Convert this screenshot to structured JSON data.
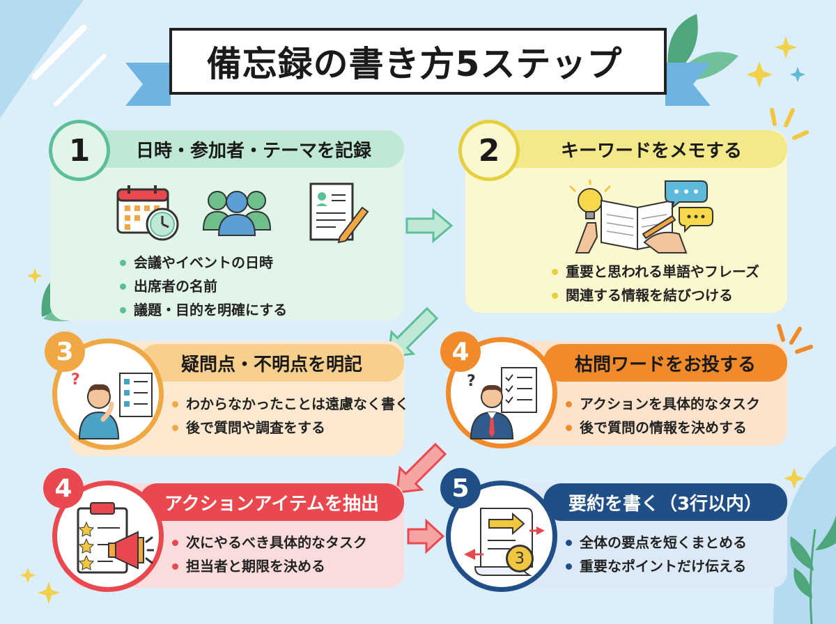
{
  "title": "備忘録の書き方5ステップ",
  "colors": {
    "step1": "#5cbf98",
    "step2": "#e6cf3c",
    "step3": "#f0a845",
    "step4a": "#f08a2a",
    "step4b": "#e8484e",
    "step5": "#1f4f86"
  },
  "steps": [
    {
      "number": "1",
      "title": "日時・参加者・テーマを記録",
      "bullets": [
        "会議やイベントの日時",
        "出席者の名前",
        "議題・目的を明確にする"
      ],
      "icons": [
        "calendar-clock-icon",
        "people-group-icon",
        "document-pen-icon"
      ]
    },
    {
      "number": "2",
      "title": "キーワードをメモする",
      "bullets": [
        "重要と思われる単語やフレーズ",
        "関連する情報を結びつける"
      ],
      "icons": [
        "lightbulb-notebook-icon"
      ]
    },
    {
      "number": "3",
      "title": "疑問点・不明点を明記",
      "bullets": [
        "わからなかったことは遠慮なく書く",
        "後で質問や調査をする"
      ],
      "icons": [
        "thinking-person-checklist-icon"
      ]
    },
    {
      "number": "4",
      "title": "枯問ワードをお投する",
      "bullets": [
        "アクションを具体的なタスク",
        "後で質問の情報を決めする"
      ],
      "icons": [
        "businessman-checklist-icon"
      ]
    },
    {
      "number": "4",
      "title": "アクションアイテムを抽出",
      "bullets": [
        "次にやるべき具体的なタスク",
        "担当者と期限を決める"
      ],
      "icons": [
        "clipboard-megaphone-icon"
      ]
    },
    {
      "number": "5",
      "title": "要約を書く（3行以内）",
      "bullets": [
        "全体の要点を短くまとめる",
        "重要なポイントだけ伝える"
      ],
      "icons": [
        "summary-scroll-icon"
      ]
    }
  ],
  "summary_badge": "3"
}
